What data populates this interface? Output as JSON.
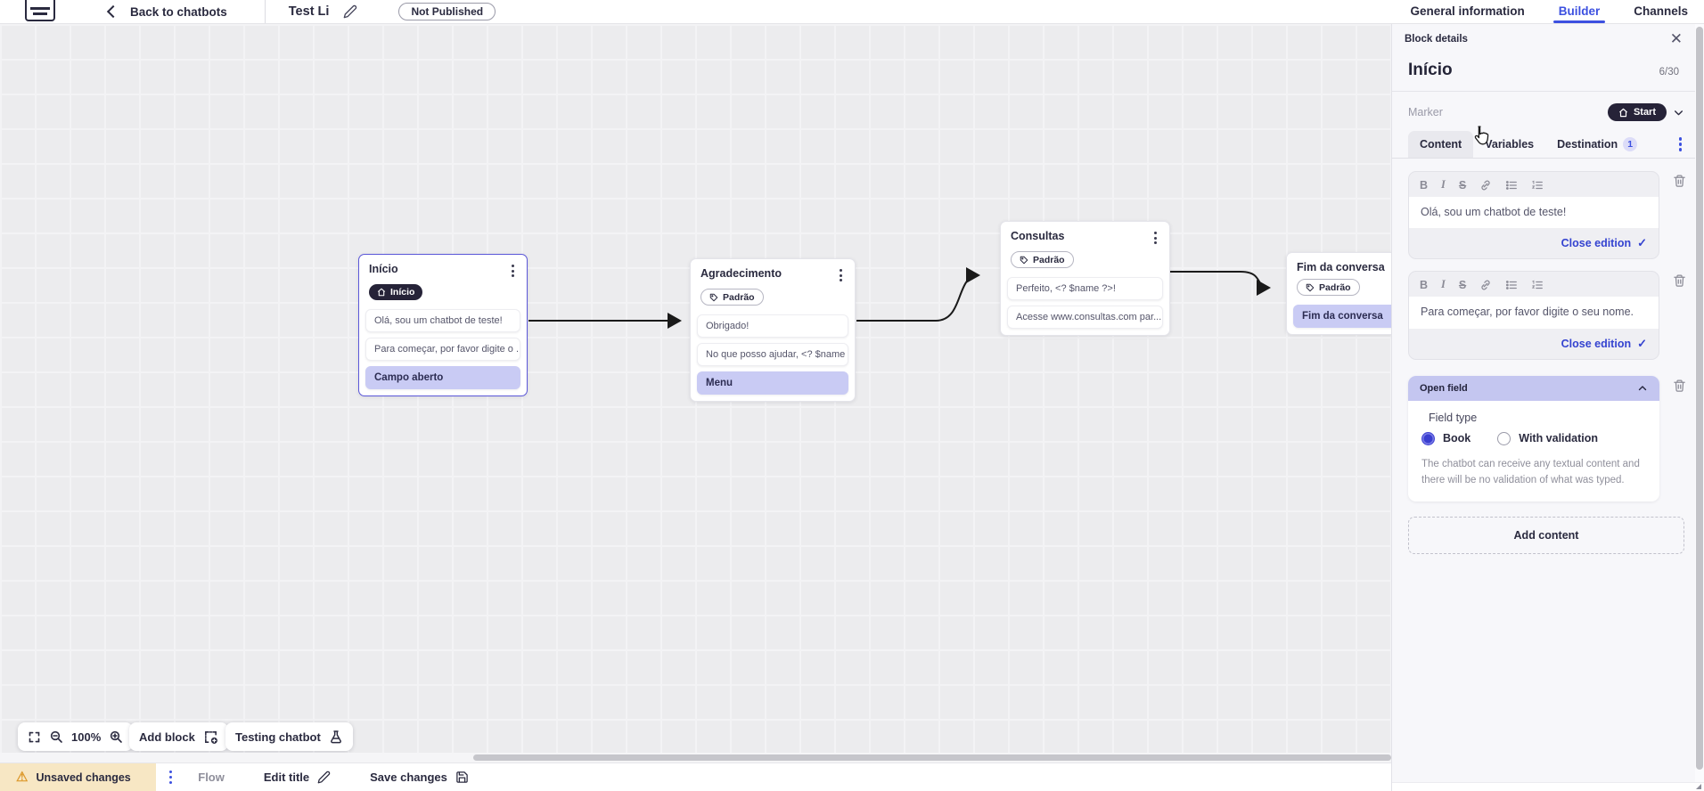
{
  "topbar": {
    "back_label": "Back to chatbots",
    "title": "Test Li",
    "status_badge": "Not Published",
    "tabs": [
      {
        "label": "General information",
        "active": false
      },
      {
        "label": "Builder",
        "active": true
      },
      {
        "label": "Channels",
        "active": false
      }
    ]
  },
  "canvas": {
    "zoom_level": "100%",
    "add_block_label": "Add block",
    "testing_label": "Testing chatbot",
    "blocks": [
      {
        "title": "Início",
        "badge": "Início",
        "badge_style": "start",
        "selected": true,
        "items": [
          {
            "text": "Olá, sou um chatbot de teste!",
            "type": "message"
          },
          {
            "text": "Para começar, por favor digite o ...",
            "type": "message"
          },
          {
            "text": "Campo aberto",
            "type": "action"
          }
        ]
      },
      {
        "title": "Agradecimento",
        "badge": "Padrão",
        "badge_style": "default",
        "selected": false,
        "items": [
          {
            "text": "Obrigado!",
            "type": "message"
          },
          {
            "text": "No que posso ajudar, <? $name ...",
            "type": "message"
          },
          {
            "text": "Menu",
            "type": "action"
          }
        ]
      },
      {
        "title": "Consultas",
        "badge": "Padrão",
        "badge_style": "default",
        "selected": false,
        "items": [
          {
            "text": "Perfeito, <? $name ?>!",
            "type": "message"
          },
          {
            "text": "Acesse www.consultas.com par...",
            "type": "message"
          }
        ]
      },
      {
        "title": "Fim da conversa",
        "badge": "Padrão",
        "badge_style": "default",
        "selected": false,
        "items": [
          {
            "text": "Fim da conversa",
            "type": "action"
          }
        ]
      }
    ]
  },
  "panel": {
    "header": "Block details",
    "block_name": "Início",
    "char_counter": "6/30",
    "marker_label": "Marker",
    "marker_value": "Start",
    "tabs": [
      {
        "label": "Content",
        "active": true
      },
      {
        "label": "Variables",
        "active": false
      },
      {
        "label": "Destination",
        "active": false,
        "badge": "1"
      }
    ],
    "toolbar": {
      "bold": "B",
      "italic": "I",
      "strike": "S"
    },
    "editors": [
      {
        "text": "Olá, sou um chatbot de teste!",
        "close_label": "Close edition"
      },
      {
        "text": "Para começar, por favor digite o seu nome.",
        "close_label": "Close edition"
      }
    ],
    "open_field": {
      "title": "Open field",
      "field_type_label": "Field type",
      "options": [
        {
          "label": "Book",
          "selected": true
        },
        {
          "label": "With validation",
          "selected": false
        }
      ],
      "help_text": "The chatbot can receive any textual content and there will be no validation of what was typed."
    },
    "add_content_label": "Add content"
  },
  "bottombar": {
    "unsaved_label": "Unsaved changes",
    "flow_label": "Flow",
    "edit_title_label": "Edit title",
    "save_label": "Save changes"
  },
  "colors": {
    "accent_blue": "#3c50e0",
    "selected_border": "#5b57d8",
    "action_item_bg": "#c9cbf4",
    "dark_pill_bg": "#262338",
    "unsaved_bg": "#f7e7c4",
    "warning_icon": "#dd9a2e",
    "canvas_bg": "#ececee"
  }
}
